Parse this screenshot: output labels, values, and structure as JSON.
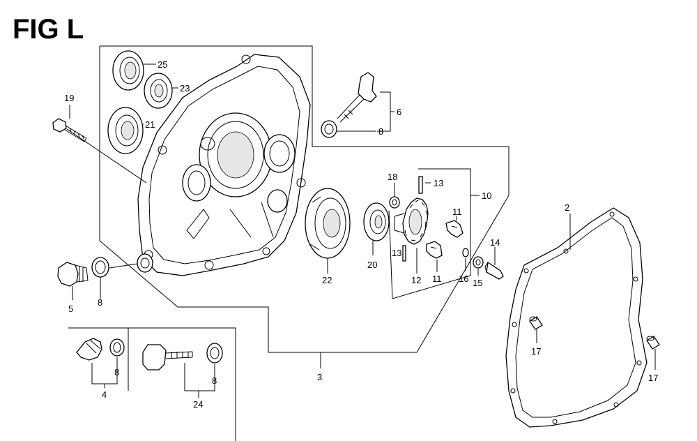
{
  "figure": {
    "title": "FIG L",
    "callouts": [
      "25",
      "23",
      "21",
      "19",
      "6",
      "8",
      "13",
      "18",
      "10",
      "11",
      "22",
      "20",
      "13",
      "12",
      "11",
      "16",
      "15",
      "14",
      "2",
      "5",
      "8",
      "17",
      "17",
      "4",
      "8",
      "24",
      "8",
      "3"
    ]
  }
}
